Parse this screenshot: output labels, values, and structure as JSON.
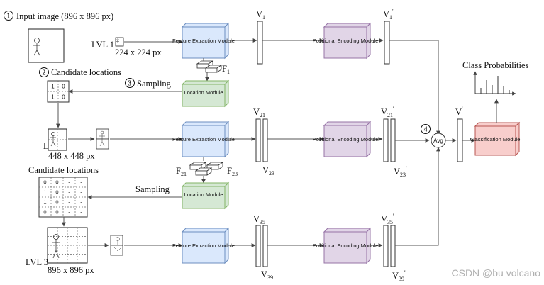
{
  "labels": {
    "step1_number": "1",
    "input_image": "Input image (896 x 896 px)",
    "lvl1": "LVL 1",
    "size_224": "224 x 224 px",
    "step2_number": "2",
    "candidate_locations_1": "Candidate locations",
    "step3_number": "3",
    "sampling_1": "Sampling",
    "lvl2": "LVL 2",
    "size_448": "448 x 448 px",
    "candidate_locations_2": "Candidate locations",
    "sampling_2": "Sampling",
    "lvl3": "LVL 3",
    "size_896": "896 x 896 px",
    "step4_number": "4",
    "avg": "Avg",
    "class_probabilities": "Class Probabilities",
    "watermark": "CSDN @bu volcano"
  },
  "modules": {
    "feature_extraction": "Feature Extraction Module",
    "positional_encoding": "Positional Encoding Module",
    "location": "Location Module",
    "classification": "Classification Module"
  },
  "vectors": {
    "v1": {
      "base": "V",
      "sub": "1"
    },
    "v1p": {
      "base": "V",
      "sub": "1",
      "prime": "'"
    },
    "f1": {
      "base": "F",
      "sub": "1"
    },
    "v21": {
      "base": "V",
      "sub": "21"
    },
    "v23": {
      "base": "V",
      "sub": "23"
    },
    "v21p": {
      "base": "V",
      "sub": "21",
      "prime": "'"
    },
    "v23p": {
      "base": "V",
      "sub": "23",
      "prime": "'"
    },
    "f21": {
      "base": "F",
      "sub": "21"
    },
    "f23": {
      "base": "F",
      "sub": "23"
    },
    "vp": {
      "base": "V",
      "prime": "'"
    },
    "v35": {
      "base": "V",
      "sub": "35"
    },
    "v39": {
      "base": "V",
      "sub": "39"
    },
    "v35p": {
      "base": "V",
      "sub": "35",
      "prime": "'"
    },
    "v39p": {
      "base": "V",
      "sub": "39",
      "prime": "'"
    }
  },
  "grid_small": [
    [
      "1",
      "0"
    ],
    [
      "1",
      "0"
    ]
  ],
  "grid_large": [
    [
      "0",
      "0",
      "-",
      "-"
    ],
    [
      "1",
      "0",
      "-",
      "-"
    ],
    [
      "1",
      "0",
      "-",
      "-"
    ],
    [
      "0",
      "0",
      "-",
      "-"
    ]
  ],
  "colors": {
    "feature_fill": "#dae8fc",
    "feature_stroke": "#6c8ebf",
    "positional_fill": "#e1d5e7",
    "positional_stroke": "#9673a6",
    "location_fill": "#d5e8d4",
    "location_stroke": "#82b366",
    "classification_fill": "#f8cecc",
    "classification_stroke": "#b85450"
  }
}
